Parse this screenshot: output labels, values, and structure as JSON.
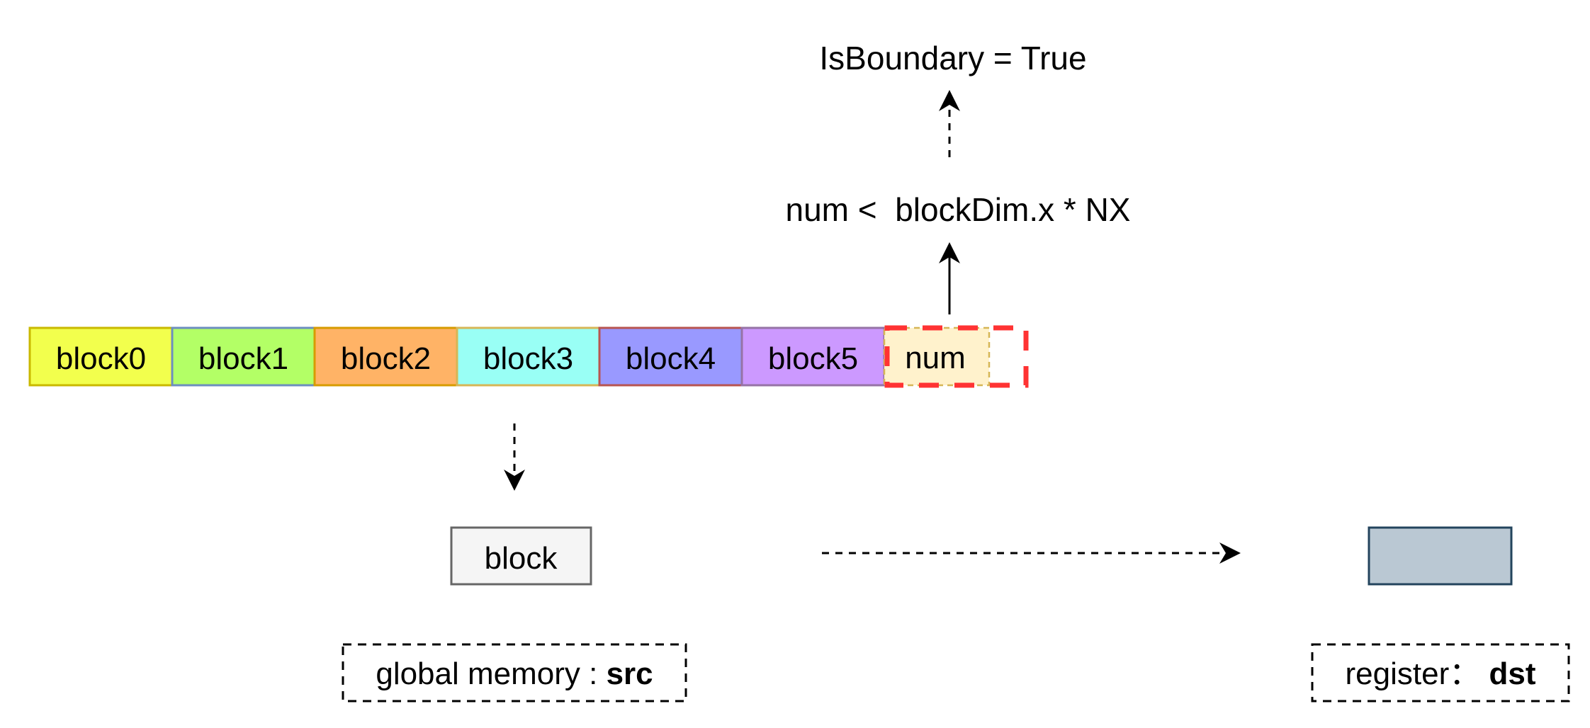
{
  "top_label": "IsBoundary = True",
  "condition_label": "num <  blockDim.x * NX",
  "blocks": [
    {
      "label": "block0",
      "fill": "#f2ff4d",
      "stroke": "#c9b900"
    },
    {
      "label": "block1",
      "fill": "#b3ff66",
      "stroke": "#6c8ebf"
    },
    {
      "label": "block2",
      "fill": "#ffb366",
      "stroke": "#d79b00"
    },
    {
      "label": "block3",
      "fill": "#99fff5",
      "stroke": "#d6b656"
    },
    {
      "label": "block4",
      "fill": "#9999ff",
      "stroke": "#b85450"
    },
    {
      "label": "block5",
      "fill": "#cc99ff",
      "stroke": "#9673a6"
    }
  ],
  "num_cell": {
    "label": "num",
    "fill": "#fff2cc",
    "stroke": "#d6b656"
  },
  "boundary_highlight_color": "#ff3333",
  "block_box": {
    "label": "block",
    "fill": "#f5f5f5",
    "stroke": "#666666"
  },
  "register_box": {
    "fill": "#bac8d3",
    "stroke": "#23445d"
  },
  "src_label": {
    "prefix": "global memory : ",
    "bold": "src"
  },
  "dst_label": {
    "prefix": "register： ",
    "bold": "dst"
  }
}
